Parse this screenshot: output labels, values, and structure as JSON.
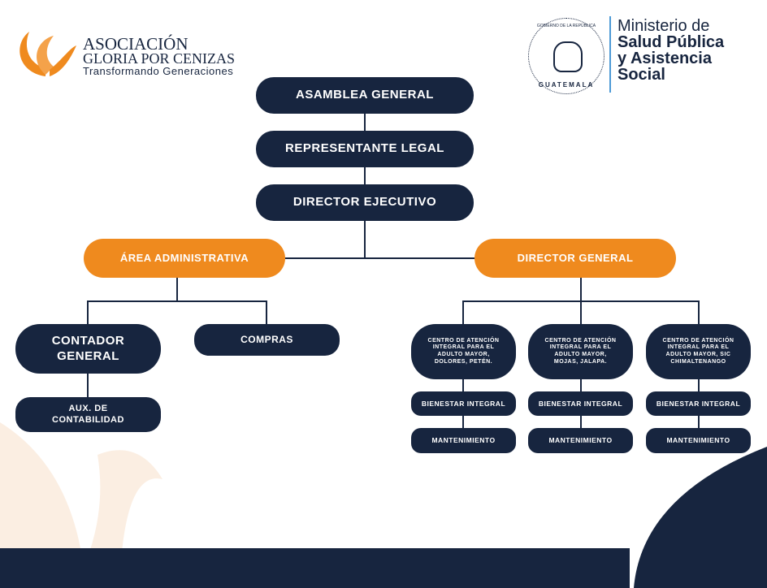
{
  "logo_left": {
    "name1": "ASOCIACIÓN",
    "name2": "GLORIA POR CENIZAS",
    "tagline": "Transformando Generaciones"
  },
  "logo_right": {
    "seal_top": "GOBIERNO DE LA REPÚBLICA",
    "seal_bottom": "GUATEMALA",
    "line1": "Ministerio de",
    "line2": "Salud Pública",
    "line3": "y Asistencia",
    "line4": "Social"
  },
  "chart": {
    "asamblea": "ASAMBLEA GENERAL",
    "representante": "REPRESENTANTE LEGAL",
    "director_ejecutivo": "DIRECTOR EJECUTIVO",
    "area_admin": "ÁREA ADMINISTRATIVA",
    "director_general": "DIRECTOR GENERAL",
    "contador": "CONTADOR GENERAL",
    "compras": "COMPRAS",
    "aux": "AUX. DE CONTABILIDAD",
    "centros": [
      {
        "name": "CENTRO DE ATENCIÓN INTEGRAL PARA EL ADULTO MAYOR, DOLORES, PETÉN.",
        "bienestar": "BIENESTAR INTEGRAL",
        "mantenimiento": "MANTENIMIENTO"
      },
      {
        "name": "CENTRO DE ATENCIÓN INTEGRAL PARA EL ADULTO MAYOR, MOJAS, JALAPA.",
        "bienestar": "BIENESTAR INTEGRAL",
        "mantenimiento": "MANTENIMIENTO"
      },
      {
        "name": "CENTRO DE ATENCIÓN INTEGRAL PARA EL ADULTO MAYOR, SIC CHIMALTENANGO",
        "bienestar": "BIENESTAR INTEGRAL",
        "mantenimiento": "MANTENIMIENTO"
      }
    ]
  },
  "colors": {
    "navy": "#17253f",
    "orange": "#ef8a1e"
  }
}
